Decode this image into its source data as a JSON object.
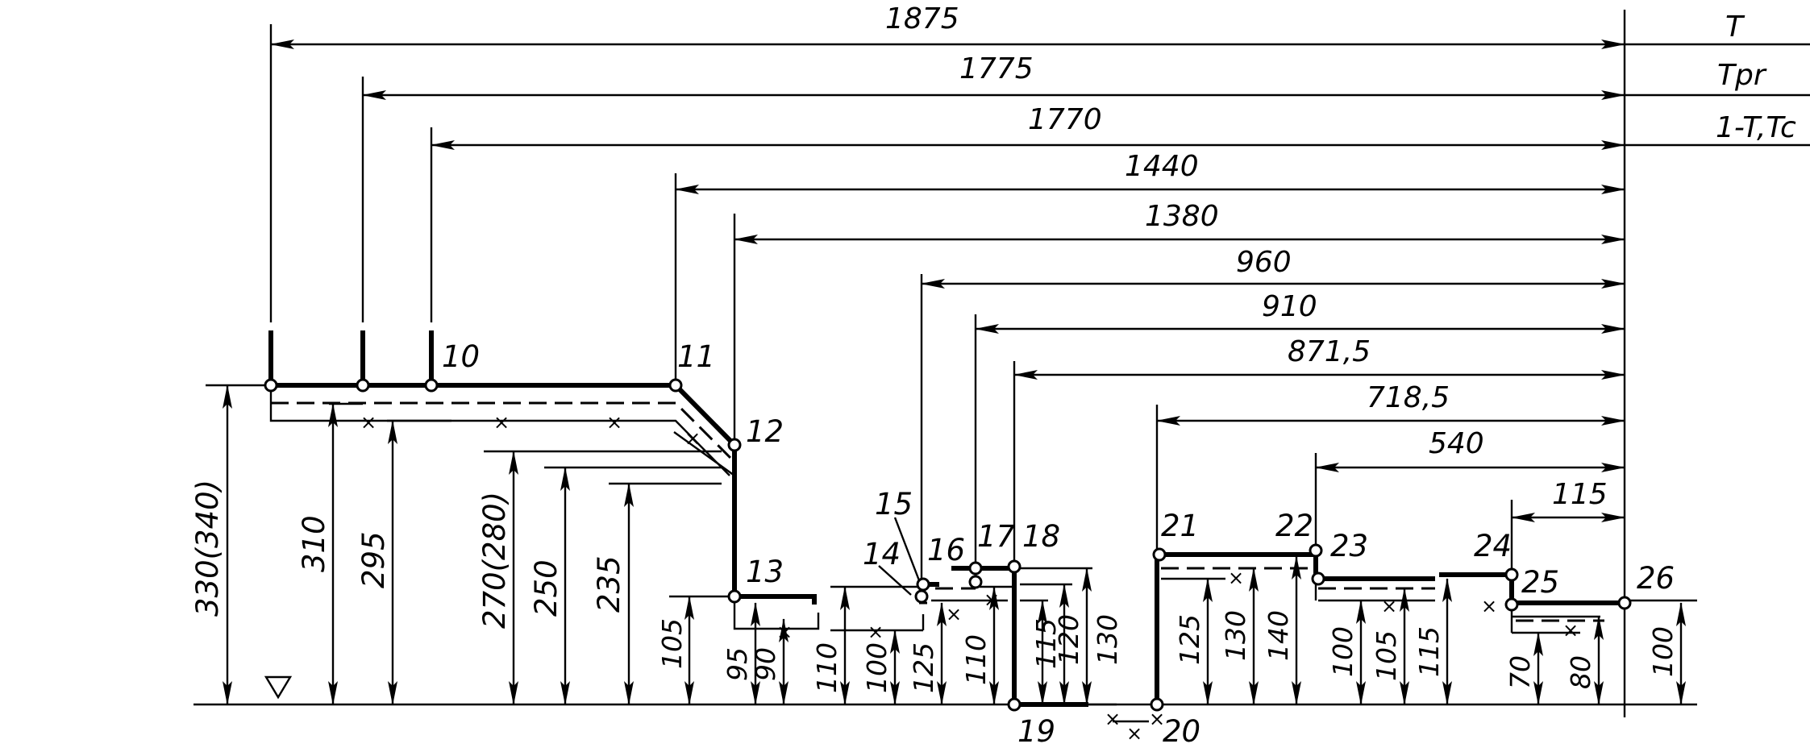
{
  "scale_labels": {
    "T": "T",
    "T_pr": "Tpr",
    "T_1_T_c": "1-T,Tc"
  },
  "horizontal_dimensions": [
    "1875",
    "1775",
    "1770",
    "1440",
    "1380",
    "960",
    "910",
    "871,5",
    "718,5",
    "540",
    "115"
  ],
  "vertical_dimensions": {
    "d330": "330(340)",
    "d310": "310",
    "d295": "295",
    "d270": "270(280)",
    "d250": "250",
    "d235": "235",
    "d105": "105",
    "d95": "95",
    "d90": "90",
    "d110a": "110",
    "d100a": "100",
    "d125a": "125",
    "d110b": "110",
    "d115a": "115",
    "d120": "120",
    "d130a": "130",
    "d125b": "125",
    "d130b": "130",
    "d140": "140",
    "d100b": "100",
    "d105b": "105",
    "d115b": "115",
    "d70": "70",
    "d80": "80",
    "d100c": "100"
  },
  "points": [
    "10",
    "11",
    "12",
    "13",
    "14",
    "15",
    "16",
    "17",
    "18",
    "19",
    "20",
    "21",
    "22",
    "23",
    "24",
    "25",
    "26"
  ]
}
